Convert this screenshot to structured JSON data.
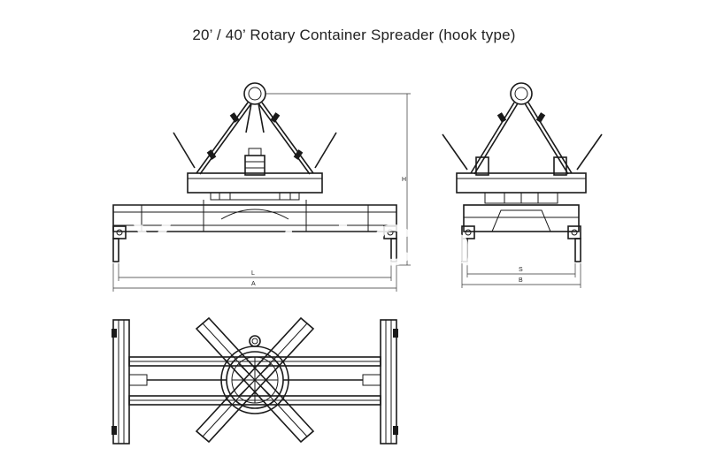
{
  "title": "20’ / 40’ Rotary Container Spreader (hook type)",
  "dimensions": {
    "front_height": "H",
    "front_inner_length": "L",
    "front_overall_length": "A",
    "side_inner_width": "S",
    "side_overall_width": "B"
  },
  "watermark": "Yuantai Crane",
  "colors": {
    "line": "#1a1a1a",
    "background": "#ffffff"
  }
}
